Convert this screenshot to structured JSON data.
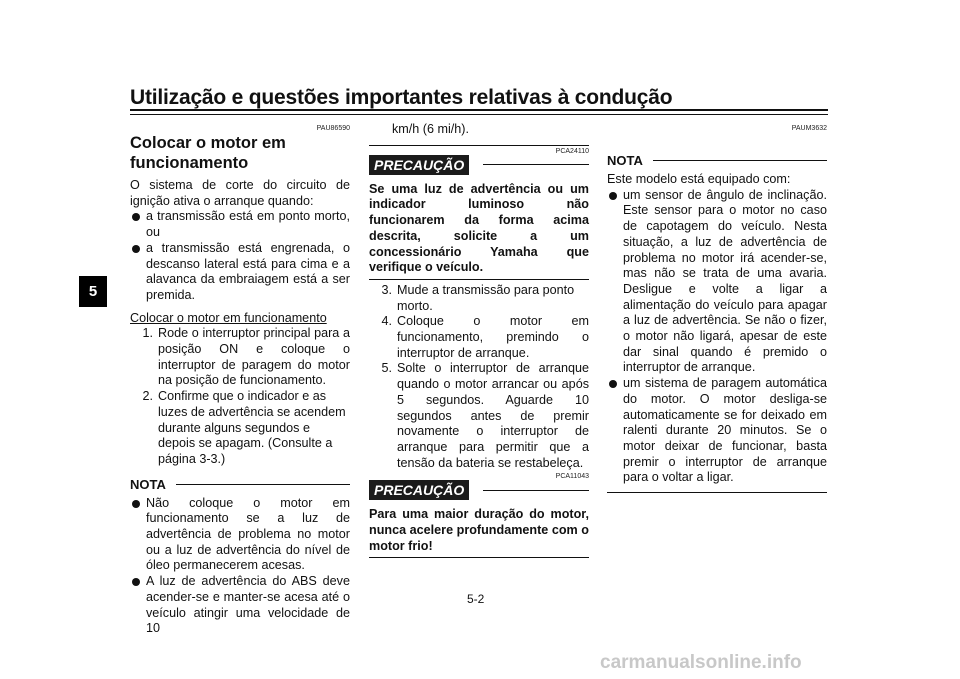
{
  "header": {
    "title": "Utilização e questões importantes relativas à condução"
  },
  "side_tab": {
    "label": "5"
  },
  "col1": {
    "code": "PAU86590",
    "heading": "Colocar o motor em funcionamento",
    "intro": "O sistema de corte do circuito de ignição ativa o arranque quando:",
    "bullets": [
      "a transmissão está em ponto morto, ou",
      "a transmissão está engrenada, o descanso lateral está para cima e a alavanca da embraiagem está a ser premida."
    ],
    "subheading": "Colocar o motor em funcionamento",
    "steps": [
      {
        "n": "1.",
        "text": "Rode o interruptor principal para a posição ON e coloque o interruptor de paragem do motor na posição de funcionamento."
      },
      {
        "n": "2.",
        "text": "Confirme que o indicador e as luzes de advertência se acendem durante alguns segundos e depois se apagam. (Consulte a página 3-3.)"
      }
    ],
    "note_label": "NOTA",
    "note_bullets": [
      "Não coloque o motor em funcionamento se a luz de advertência de problema no motor ou a luz de advertência do nível de óleo permanecerem acesas.",
      "A luz de advertência do ABS deve acender-se e manter-se acesa até o veículo atingir uma velocidade de 10"
    ]
  },
  "col2": {
    "continuation": "km/h (6 mi/h).",
    "caution1": {
      "label": "PRECAUÇÃO",
      "code": "PCA24110",
      "text": "Se uma luz de advertência ou um indicador luminoso não funcionarem da forma acima descrita, solicite a um concessionário Yamaha que verifique o veículo."
    },
    "steps": [
      {
        "n": "3.",
        "text": "Mude a transmissão para ponto morto."
      },
      {
        "n": "4.",
        "text": "Coloque o motor em funcionamento, premindo o interruptor de arranque."
      },
      {
        "n": "5.",
        "text": "Solte o interruptor de arranque quando o motor arrancar ou após 5 segundos. Aguarde 10 segundos antes de premir novamente o interruptor de arranque para permitir que a tensão da bateria se restabeleça."
      }
    ],
    "caution2": {
      "label": "PRECAUÇÃO",
      "code": "PCA11043",
      "text": "Para uma maior duração do motor, nunca acelere profundamente com o motor frio!"
    }
  },
  "col3": {
    "code": "PAUM3632",
    "note_label": "NOTA",
    "intro": "Este modelo está equipado com:",
    "bullets": [
      "um sensor de ângulo de inclinação. Este sensor para o motor no caso de capotagem do veículo. Nesta situação, a luz de advertência de problema no motor irá acender-se, mas não se trata de uma avaria. Desligue e volte a ligar a alimentação do veículo para apagar a luz de advertência. Se não o fizer, o motor não ligará, apesar de este dar sinal quando é premido o interruptor de arranque.",
      "um sistema de paragem automática do motor. O motor desliga-se automaticamente se for deixado em ralenti durante 20 minutos. Se o motor deixar de funcionar, basta premir o interruptor de arranque para o voltar a ligar."
    ]
  },
  "footer": {
    "page_number": "5-2",
    "watermark": "carmanualsonline.info"
  }
}
